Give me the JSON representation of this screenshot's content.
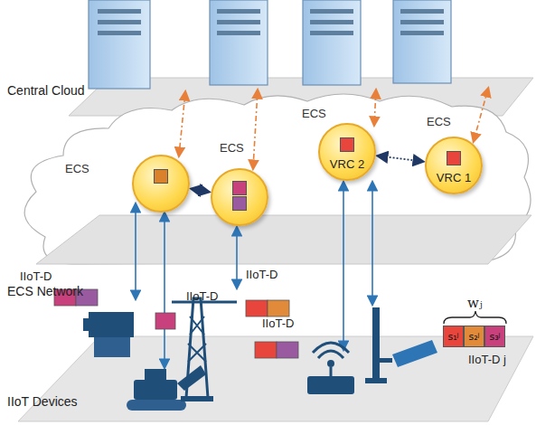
{
  "diagram": {
    "nodes": [
      {
        "text": [
          "ECS"
        ]
      },
      {
        "text": [
          "ECS"
        ]
      },
      {
        "text": [
          "ECS",
          "VRC 2"
        ]
      },
      {
        "text": [
          "ECS",
          "VRC 1"
        ]
      },
      {
        "text": [
          "s₁ʲ"
        ]
      },
      {
        "text": [
          "s₂ʲ"
        ]
      },
      {
        "text": [
          "s₃ʲ"
        ]
      }
    ],
    "edges": [
      {
        "from": 0,
        "to": 1,
        "arrow": "both"
      },
      {
        "from": 2,
        "to": 3,
        "arrow": "both"
      }
    ],
    "labels": [
      "Central Cloud",
      "ECS Network",
      "IIoT-D",
      "IIoT-D",
      "IIoT-D",
      "IIoT-D",
      "wⱼ",
      "IIoT-D j",
      "IIoT Devices"
    ]
  }
}
